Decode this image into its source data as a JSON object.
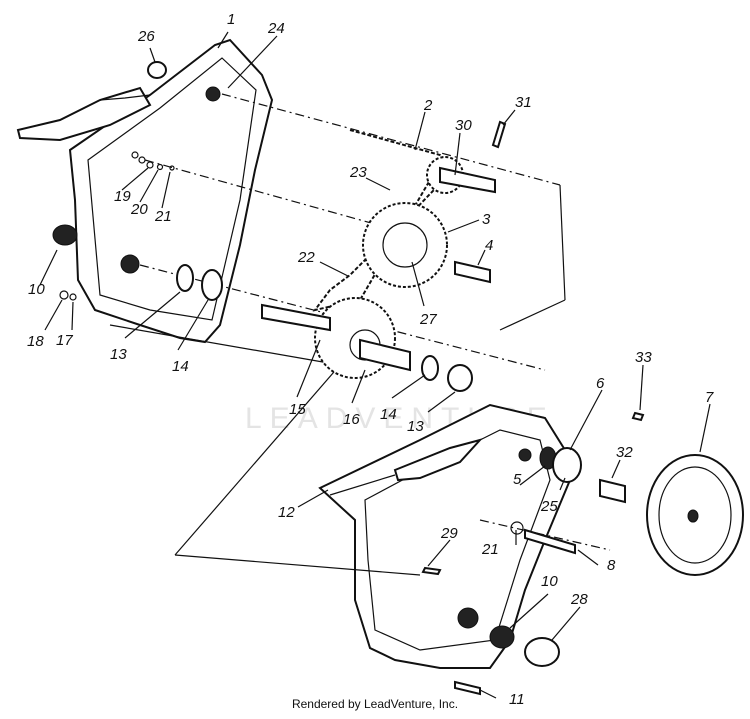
{
  "diagram": {
    "watermark": "LEADVENTURE",
    "credit": "Rendered by LeadVenture, Inc.",
    "callouts": [
      "1",
      "2",
      "3",
      "4",
      "5",
      "6",
      "7",
      "8",
      "10",
      "10",
      "11",
      "12",
      "13",
      "13",
      "14",
      "14",
      "15",
      "16",
      "17",
      "18",
      "19",
      "20",
      "21",
      "21",
      "22",
      "23",
      "24",
      "25",
      "26",
      "27",
      "28",
      "29",
      "30",
      "31",
      "32",
      "33"
    ]
  }
}
